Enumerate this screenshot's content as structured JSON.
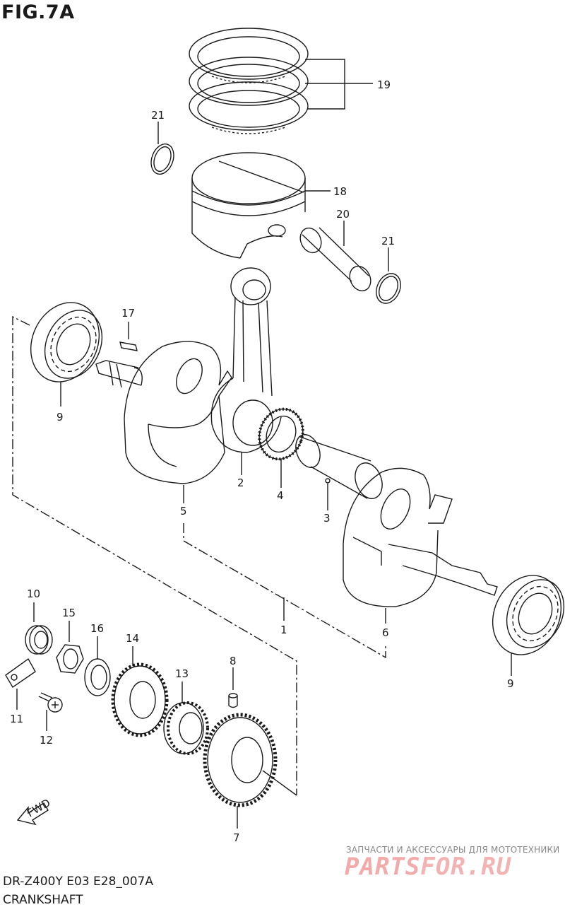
{
  "header": {
    "figure": "FIG.7A"
  },
  "footer": {
    "code": "DR-Z400Y E03 E28_007A",
    "name": "CRANKSHAFT"
  },
  "watermark": {
    "tagline": "ЗАПЧАСТИ И АКСЕССУАРЫ ДЛЯ МОТОТЕХНИКИ",
    "logo_a": "PARTS",
    "logo_b": "FOR.RU",
    "color": "#f08080"
  },
  "fwd_label": "FWD",
  "callouts": {
    "c19": "19",
    "c21a": "21",
    "c18": "18",
    "c20": "20",
    "c21b": "21",
    "c17": "17",
    "c9a": "9",
    "c2": "2",
    "c4": "4",
    "c3": "3",
    "c5": "5",
    "c1": "1",
    "c6": "6",
    "c9b": "9",
    "c10": "10",
    "c15": "15",
    "c16": "16",
    "c14": "14",
    "c8": "8",
    "c13": "13",
    "c11": "11",
    "c12": "12",
    "c7": "7"
  }
}
